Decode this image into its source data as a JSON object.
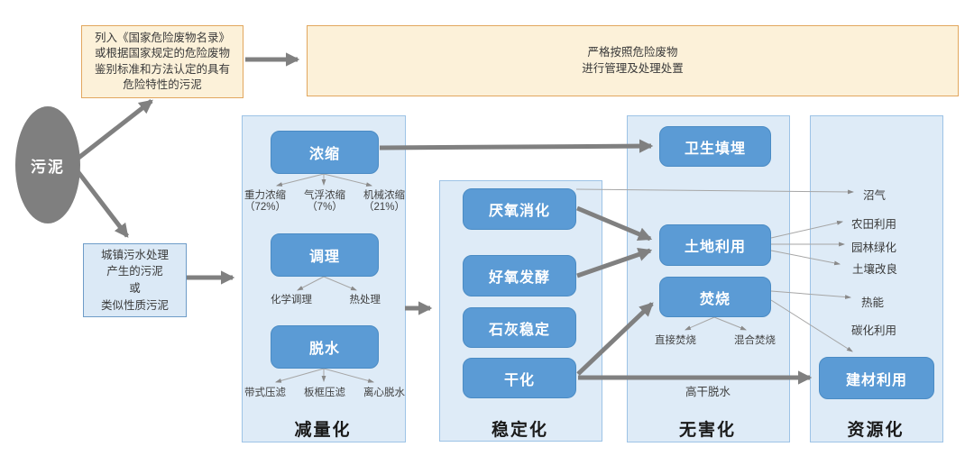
{
  "colors": {
    "accent_blue": "#5B9BD5",
    "panel_blue": "#DEEBF7",
    "panel_border": "#9DC3E6",
    "yellow_fill": "#FCF1D9",
    "yellow_border": "#E2A75E",
    "arrow_gray": "#808080",
    "thin_gray": "#A6A6A6",
    "ellipse_gray": "#7F7F7F"
  },
  "source": {
    "label": "污泥"
  },
  "hazard": {
    "criteria": "列入《国家危险废物名录》\n或根据国家规定的危险废物\n鉴别标准和方法认定的具有\n危险特性的污泥",
    "action": "严格按照危险废物\n进行管理及处理处置"
  },
  "municipal": "城镇污水处理\n产生的污泥\n或\n类似性质污泥",
  "stage1": {
    "title": "减量化",
    "concentration": {
      "label": "浓缩",
      "subs": [
        "重力浓缩\n（72%）",
        "气浮浓缩\n（7%）",
        "机械浓缩\n（21%）"
      ]
    },
    "conditioning": {
      "label": "调理",
      "subs": [
        "化学调理",
        "热处理"
      ]
    },
    "dewatering": {
      "label": "脱水",
      "subs": [
        "带式压滤",
        "板框压滤",
        "离心脱水"
      ]
    }
  },
  "stage2": {
    "title": "稳定化",
    "boxes": [
      "厌氧消化",
      "好氧发酵",
      "石灰稳定",
      "干化"
    ]
  },
  "stage3": {
    "title": "无害化",
    "landfill": "卫生填埋",
    "land_use": "土地利用",
    "incineration": {
      "label": "焚烧",
      "subs": [
        "直接焚烧",
        "混合焚烧"
      ]
    }
  },
  "stage4": {
    "title": "资源化",
    "items": [
      "沼气",
      "农田利用",
      "园林绿化",
      "土壤改良",
      "热能",
      "碳化利用"
    ],
    "building": "建材利用"
  },
  "edge_labels": {
    "high_dry": "高干脱水"
  }
}
